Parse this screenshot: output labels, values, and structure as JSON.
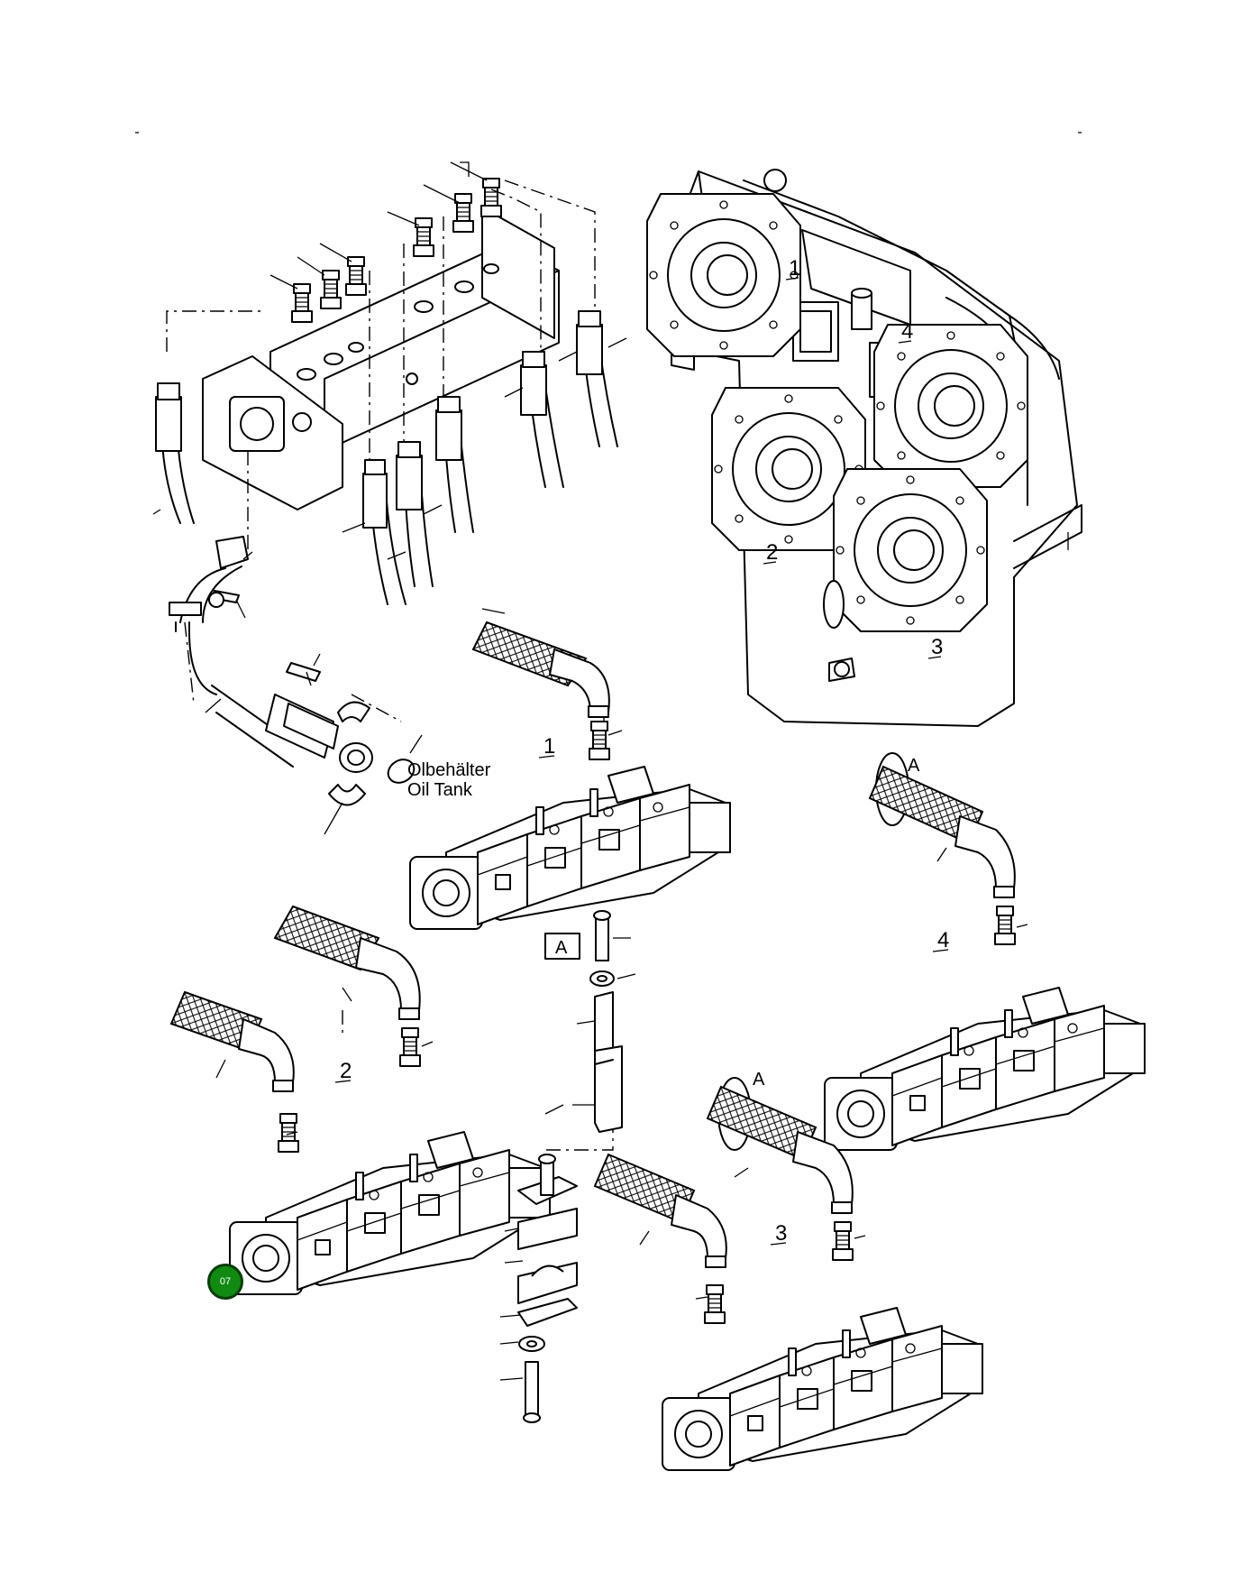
{
  "diagram": {
    "tank_label_de": "Olbehälter",
    "tank_label_en": "Oil Tank",
    "view_ref_box": "A",
    "view_ref_a1": "A",
    "view_ref_a2": "A",
    "gearbox_port_labels": [
      "1",
      "2",
      "3",
      "4"
    ],
    "pump_labels": {
      "p1": "1",
      "p2": "2",
      "p3": "3",
      "p4": "4"
    }
  },
  "badge": {
    "label": "07",
    "color": "#108a10"
  }
}
